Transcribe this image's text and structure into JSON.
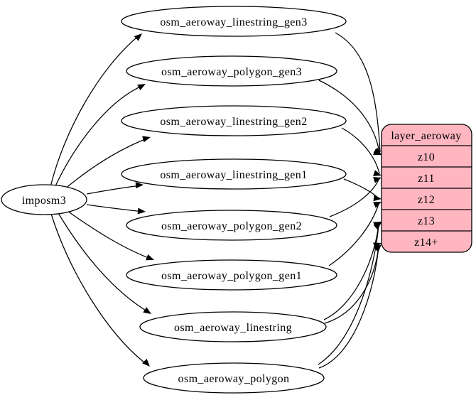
{
  "diagram": {
    "kind": "etl-graph",
    "source_node": {
      "label": "imposm3"
    },
    "table_nodes": [
      {
        "id": "osm_aeroway_linestring_gen3",
        "label": "osm_aeroway_linestring_gen3"
      },
      {
        "id": "osm_aeroway_polygon_gen3",
        "label": "osm_aeroway_polygon_gen3"
      },
      {
        "id": "osm_aeroway_linestring_gen2",
        "label": "osm_aeroway_linestring_gen2"
      },
      {
        "id": "osm_aeroway_linestring_gen1",
        "label": "osm_aeroway_linestring_gen1"
      },
      {
        "id": "osm_aeroway_polygon_gen2",
        "label": "osm_aeroway_polygon_gen2"
      },
      {
        "id": "osm_aeroway_polygon_gen1",
        "label": "osm_aeroway_polygon_gen1"
      },
      {
        "id": "osm_aeroway_linestring",
        "label": "osm_aeroway_linestring"
      },
      {
        "id": "osm_aeroway_polygon",
        "label": "osm_aeroway_polygon"
      }
    ],
    "layer_node": {
      "title": "layer_aeroway",
      "rows": [
        "z10",
        "z11",
        "z12",
        "z13",
        "z14+"
      ]
    },
    "edges": [
      {
        "from": "imposm3",
        "to": "osm_aeroway_linestring_gen3"
      },
      {
        "from": "imposm3",
        "to": "osm_aeroway_polygon_gen3"
      },
      {
        "from": "imposm3",
        "to": "osm_aeroway_linestring_gen2"
      },
      {
        "from": "imposm3",
        "to": "osm_aeroway_linestring_gen1"
      },
      {
        "from": "imposm3",
        "to": "osm_aeroway_polygon_gen2"
      },
      {
        "from": "imposm3",
        "to": "osm_aeroway_polygon_gen1"
      },
      {
        "from": "imposm3",
        "to": "osm_aeroway_linestring"
      },
      {
        "from": "imposm3",
        "to": "osm_aeroway_polygon"
      },
      {
        "from": "osm_aeroway_linestring_gen3",
        "to": "layer_aeroway.z10"
      },
      {
        "from": "osm_aeroway_polygon_gen3",
        "to": "layer_aeroway.z10"
      },
      {
        "from": "osm_aeroway_linestring_gen2",
        "to": "layer_aeroway.z11"
      },
      {
        "from": "osm_aeroway_polygon_gen2",
        "to": "layer_aeroway.z11"
      },
      {
        "from": "osm_aeroway_linestring_gen1",
        "to": "layer_aeroway.z12"
      },
      {
        "from": "osm_aeroway_polygon_gen1",
        "to": "layer_aeroway.z12"
      },
      {
        "from": "osm_aeroway_linestring",
        "to": "layer_aeroway.z13"
      },
      {
        "from": "osm_aeroway_linestring",
        "to": "layer_aeroway.z14+"
      },
      {
        "from": "osm_aeroway_polygon",
        "to": "layer_aeroway.z13"
      },
      {
        "from": "osm_aeroway_polygon",
        "to": "layer_aeroway.z14+"
      }
    ],
    "colors": {
      "layer_fill": "#ffb6c1",
      "node_fill": "#ffffff",
      "stroke": "#000000",
      "background": "#ffffff"
    }
  }
}
